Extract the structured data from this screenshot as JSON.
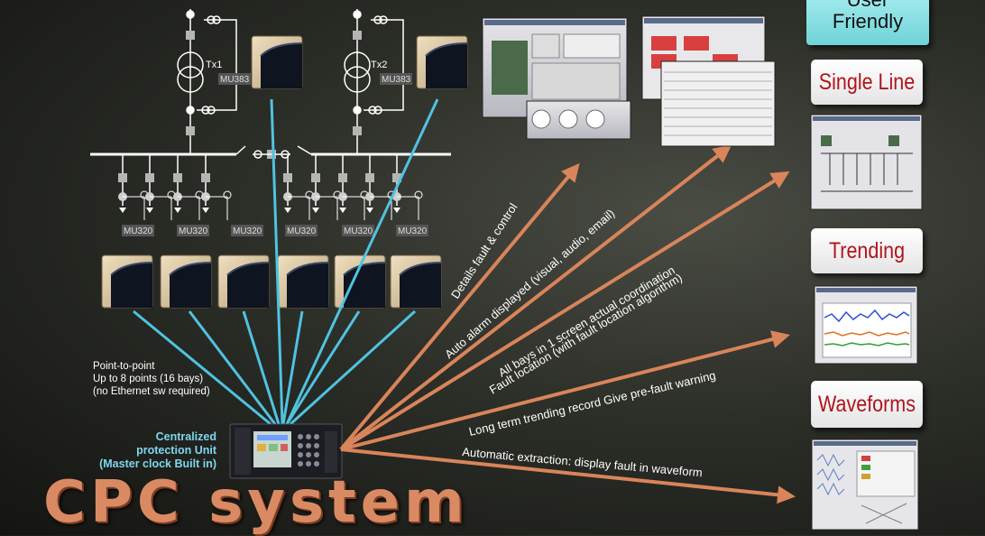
{
  "top_button": {
    "label_line1": "User",
    "label_line2": "Friendly"
  },
  "buttons": {
    "single_line": "Single Line",
    "trending": "Trending",
    "waveforms": "Waveforms"
  },
  "title": "CPC system",
  "transformers": [
    "Tx1",
    "Tx2"
  ],
  "merging_units_top": [
    "MU383",
    "MU383"
  ],
  "merging_units_bays": [
    "MU320",
    "MU320",
    "MU320",
    "MU320",
    "MU320",
    "MU320"
  ],
  "notes": {
    "p2p_line1": "Point-to-point",
    "p2p_line2": "Up to 8 points (16 bays)",
    "p2p_line3": "(no Ethernet sw required)"
  },
  "central_unit": {
    "line1": "Centralized",
    "line2": "protection Unit",
    "line3": "(Master clock Built in)"
  },
  "arrow_labels": [
    "Details fault & control",
    "Auto alarm displayed (visual, audio, email)",
    "All bays in 1 screen actual coordination",
    "Fault location (with fault location algorithm)",
    "Long term trending record Give pre-fault warning",
    "Automatic extraction: display fault in waveform"
  ],
  "colors": {
    "arrow": "#d9845a",
    "link": "#4fc3e0",
    "button_text": "#b0141c",
    "title": "#d98a63"
  }
}
